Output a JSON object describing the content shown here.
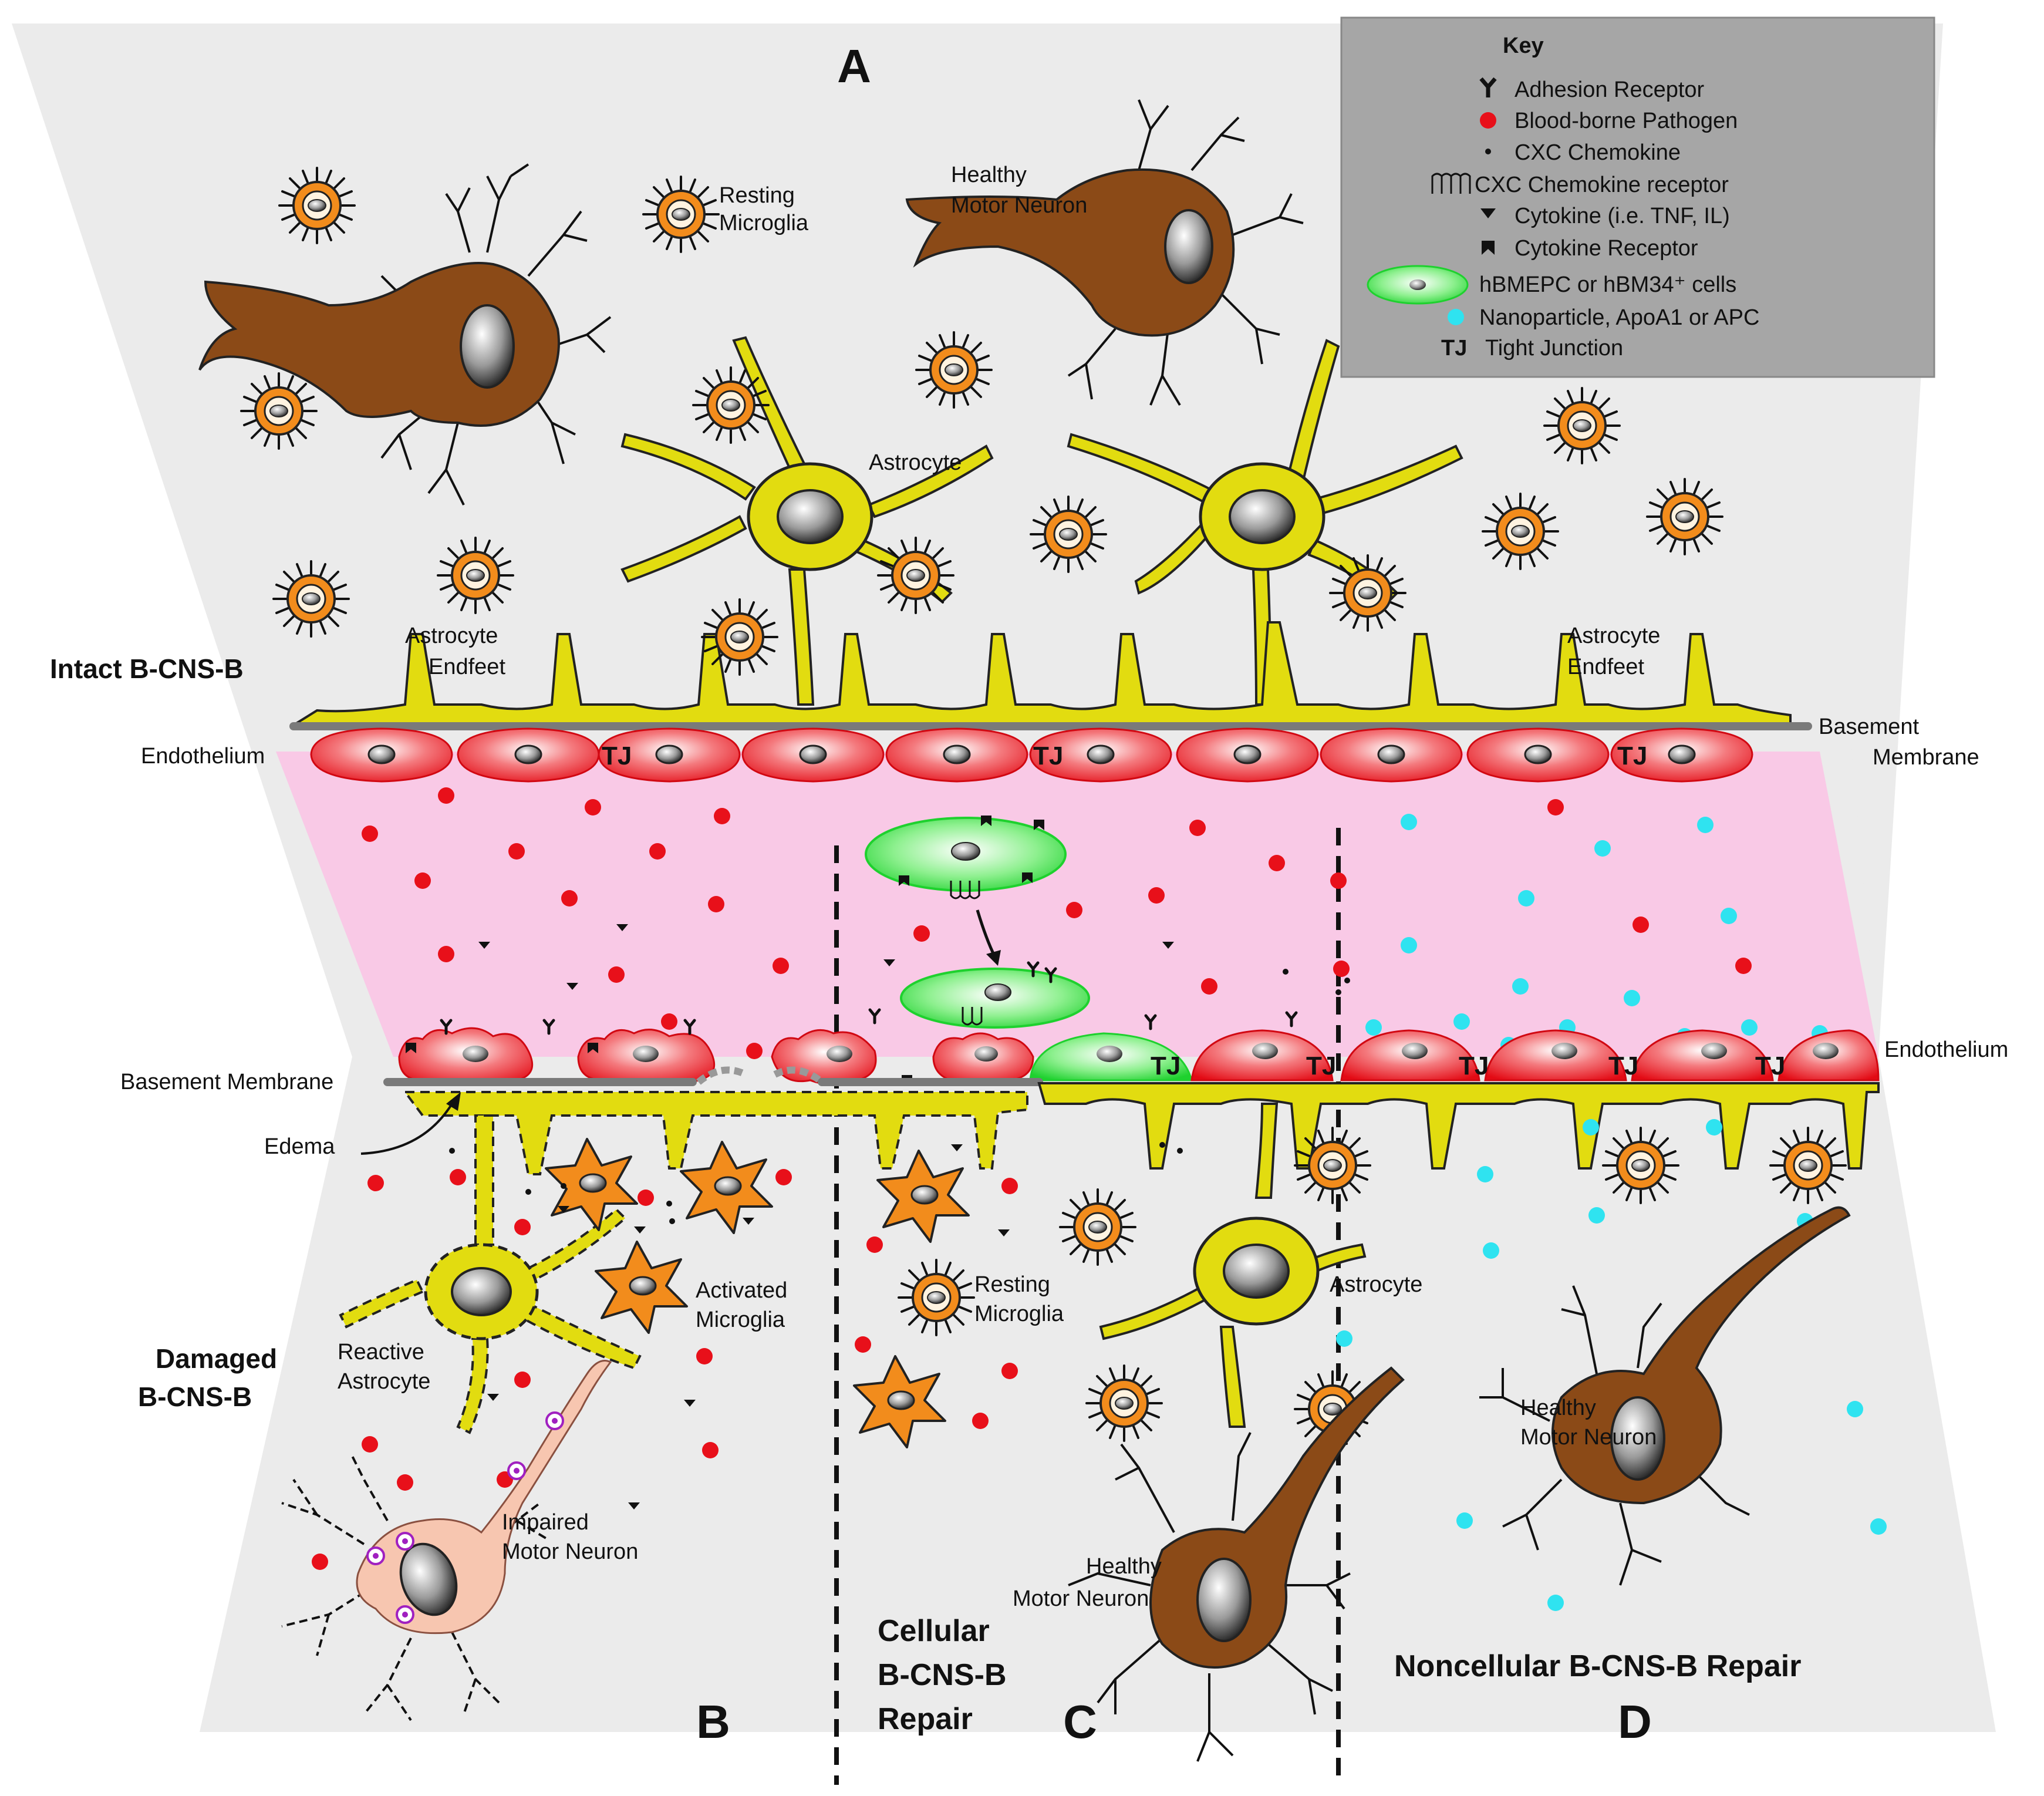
{
  "panels": {
    "a": "A",
    "b": "B",
    "c": "C",
    "d": "D"
  },
  "key": {
    "title": "Key",
    "items": [
      {
        "icon": "adhesion-receptor-icon",
        "label": "Adhesion Receptor"
      },
      {
        "icon": "pathogen-icon",
        "label": "Blood-borne Pathogen"
      },
      {
        "icon": "chemokine-icon",
        "label": "CXC Chemokine"
      },
      {
        "icon": "chemokine-receptor-icon",
        "label": "CXC Chemokine receptor"
      },
      {
        "icon": "cytokine-icon",
        "label": "Cytokine (i.e. TNF, IL)"
      },
      {
        "icon": "cytokine-receptor-icon",
        "label": "Cytokine Receptor"
      },
      {
        "icon": "stem-cell-icon",
        "label": "hBMEPC or hBM34⁺ cells"
      },
      {
        "icon": "nanoparticle-icon",
        "label": "Nanoparticle, ApoA1 or APC"
      },
      {
        "icon": "tj-icon",
        "label": "Tight Junction",
        "symbol": "TJ"
      }
    ]
  },
  "labels": {
    "resting_microglia_1": "Resting",
    "resting_microglia_2": "Microglia",
    "healthy_motor_neuron_1": "Healthy",
    "healthy_motor_neuron_2": "Motor Neuron",
    "astrocyte": "Astrocyte",
    "astrocyte_endfeet_1": "Astrocyte",
    "astrocyte_endfeet_2": "Endfeet",
    "intact_bcnsb": "Intact B-CNS-B",
    "endothelium": "Endothelium",
    "basement_membrane_1": "Basement",
    "basement_membrane_2": "Membrane",
    "basement_membrane": "Basement Membrane",
    "tj": "TJ",
    "edema": "Edema",
    "activated_microglia_1": "Activated",
    "activated_microglia_2": "Microglia",
    "reactive_astrocyte_1": "Reactive",
    "reactive_astrocyte_2": "Astrocyte",
    "damaged_bcnsb_1": "Damaged",
    "damaged_bcnsb_2": "B-CNS-B",
    "impaired_motor_neuron_1": "Impaired",
    "impaired_motor_neuron_2": "Motor Neuron",
    "cellular_repair_1": "Cellular",
    "cellular_repair_2": "B-CNS-B",
    "cellular_repair_3": "Repair",
    "noncellular_repair": "Noncellular B-CNS-B Repair"
  },
  "colors": {
    "background": "#ebebeb",
    "vessel_lumen": "#f9c9e6",
    "endothelium": "#e8101a",
    "astrocyte": "#e2dc10",
    "neuron": "#8b4a17",
    "microglia": "#f28c1c",
    "pathogen": "#e8101a",
    "nanoparticle": "#2fe3f0",
    "stem_cell": "#33e043",
    "key_background": "#a6a6a6"
  }
}
